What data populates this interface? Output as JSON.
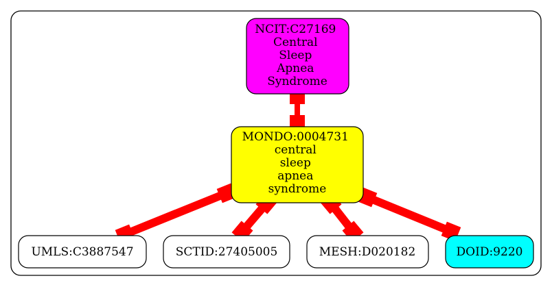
{
  "nodes": {
    "ncit": {
      "lines": [
        "NCIT:C27169",
        "Central",
        "Sleep",
        "Apnea",
        "Syndrome"
      ],
      "fill": "#ff00ff"
    },
    "mondo": {
      "lines": [
        "MONDO:0004731",
        "central",
        "sleep",
        "apnea",
        "syndrome"
      ],
      "fill": "#ffff00"
    },
    "umls": {
      "label": "UMLS:C3887547",
      "fill": "#ffffff"
    },
    "sctid": {
      "label": "SCTID:27405005",
      "fill": "#ffffff"
    },
    "mesh": {
      "label": "MESH:D020182",
      "fill": "#ffffff"
    },
    "doid": {
      "label": "DOID:9220",
      "fill": "#00ffff"
    }
  },
  "edge_color": "#ff0000"
}
